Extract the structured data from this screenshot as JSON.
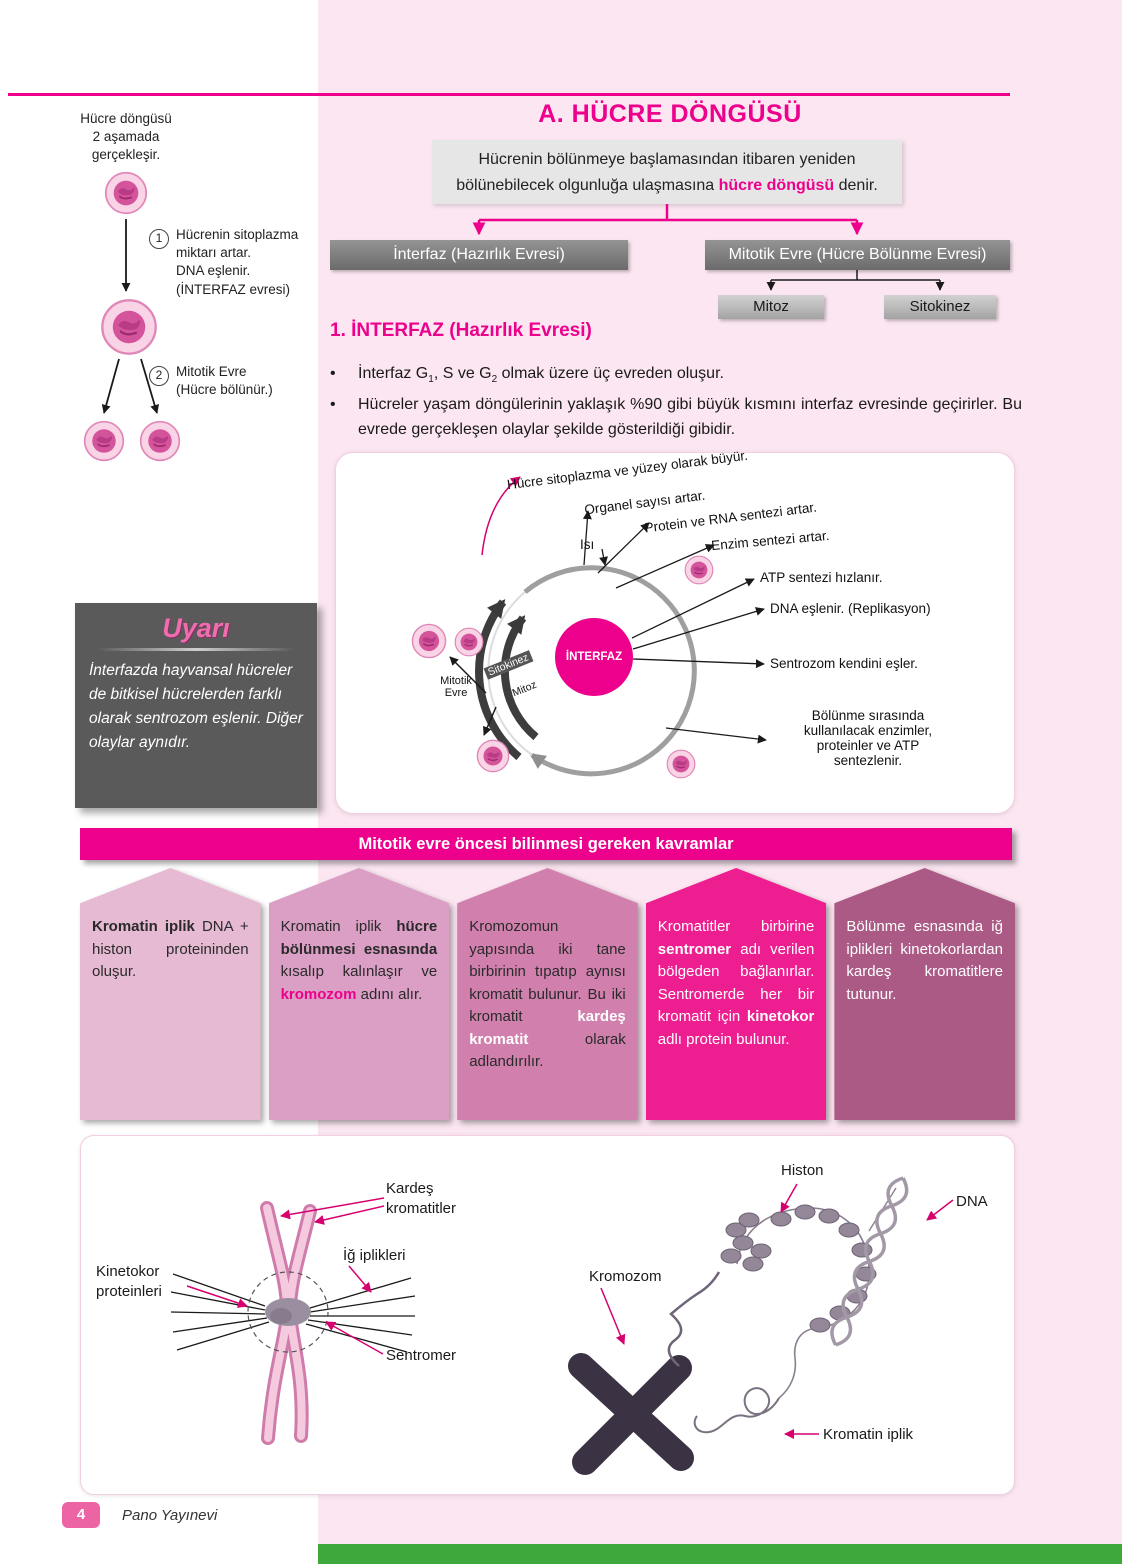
{
  "colors": {
    "accent": "#ec008c",
    "page_pink": "#fbe6f1",
    "green_bar": "#3fa83d"
  },
  "sidebar_figure": {
    "intro": "Hücre döngüsü\n2 aşamada\ngerçekleşir.",
    "step1_number": "1",
    "step1_text": "Hücrenin sitoplazma\nmiktarı artar.\nDNA eşlenir.\n(İNTERFAZ evresi)",
    "step2_number": "2",
    "step2_text": "Mitotik Evre\n(Hücre bölünür.)"
  },
  "header": {
    "title": "A. HÜCRE DÖNGÜSÜ",
    "definition": {
      "pre": "Hücrenin bölünmeye başlamasından itibaren yeniden bölünebilecek olgunluğa ulaşmasına ",
      "highlight": "hücre döngüsü",
      "post": " denir."
    }
  },
  "flow": {
    "interfaz_label": "İnterfaz (Hazırlık Evresi)",
    "mitotik_label": "Mitotik Evre (Hücre Bölünme Evresi)",
    "mitoz_label": "Mitoz",
    "sitokinez_label": "Sitokinez"
  },
  "interfaz_section": {
    "heading": "1. İNTERFAZ (Hazırlık Evresi)",
    "bullet_glyph": "•",
    "b1_pre": "İnterfaz G",
    "b1_sub1": "1",
    "b1_mid": ", S ve G",
    "b1_sub2": "2",
    "b1_post": " olmak üzere üç evreden oluşur.",
    "b2": "Hücreler yaşam döngülerinin yaklaşık %90 gibi büyük kısmını interfaz evresinde geçirirler. Bu evrede gerçekleşen olaylar şekilde gösterildiği gibidir."
  },
  "cycle_diagram": {
    "center_label": "İNTERFAZ",
    "label_grow": "Hücre sitoplazma ve  yüzey olarak büyür.",
    "label_organel": "Organel sayısı artar.",
    "label_protein": "Protein ve RNA sentezi artar.",
    "label_enzim": "Enzim sentezi artar.",
    "label_atp": "ATP sentezi hızlanır.",
    "label_dna": "DNA eşlenir. (Replikasyon)",
    "label_sentrozom": "Sentrozom kendini eşler.",
    "label_bolunme": "Bölünme sırasında\nkullanılacak enzimler,\nproteinler ve ATP\nsentezlenir.",
    "label_isi": "Isı",
    "label_mitotik_evre": "Mitotik\nEvre",
    "label_sitokinez": "Sitokinez",
    "label_mitoz": "Mitoz"
  },
  "uyari": {
    "title": "Uyarı",
    "text": "İnterfazda hayvansal hücreler de bitkisel hücrelerden farklı olarak sentrozom eşlenir. Diğer olaylar aynıdır."
  },
  "concepts": {
    "banner": "Mitotik evre öncesi bilinmesi gereken kavramlar",
    "box1": {
      "s1": "Kromatin iplik",
      "s2": " DNA + histon proteininden oluşur."
    },
    "box2": {
      "s1": "Kromatin iplik ",
      "s2": "hücre bölünmesi esnasında",
      "s3": " kısalıp kalınlaşır ve ",
      "s4": "kromozom",
      "s5": " adını alır."
    },
    "box3": {
      "s1": "Kromozomun yapısında iki tane birbirinin tıpatıp aynısı kromatit bulunur. Bu iki kromatit ",
      "s2": "kardeş kromatit",
      "s3": " olarak adlandırılır."
    },
    "box4": {
      "s1": "Kromatitler birbirine ",
      "s2": "sentromer",
      "s3": " adı verilen bölgeden bağlanırlar. Sentromerde her bir kromatit için ",
      "s4": "kinetokor",
      "s5": " adlı protein bulunur."
    },
    "box5": {
      "s1": "Bölünme esnasında iğ iplikleri kinetokorlardan kardeş kromatitlere tutunur."
    }
  },
  "chromosome_figure": {
    "kardes_kromatitler": "Kardeş\nkromatitler",
    "ig_iplikleri": "İğ iplikleri",
    "kinetokor_proteinleri": "Kinetokor\nproteinleri",
    "sentromer": "Sentromer",
    "histon": "Histon",
    "dna": "DNA",
    "kromozom": "Kromozom",
    "kromatin_iplik": "Kromatin iplik"
  },
  "footer": {
    "page_number": "4",
    "publisher": "Pano Yayınevi"
  }
}
